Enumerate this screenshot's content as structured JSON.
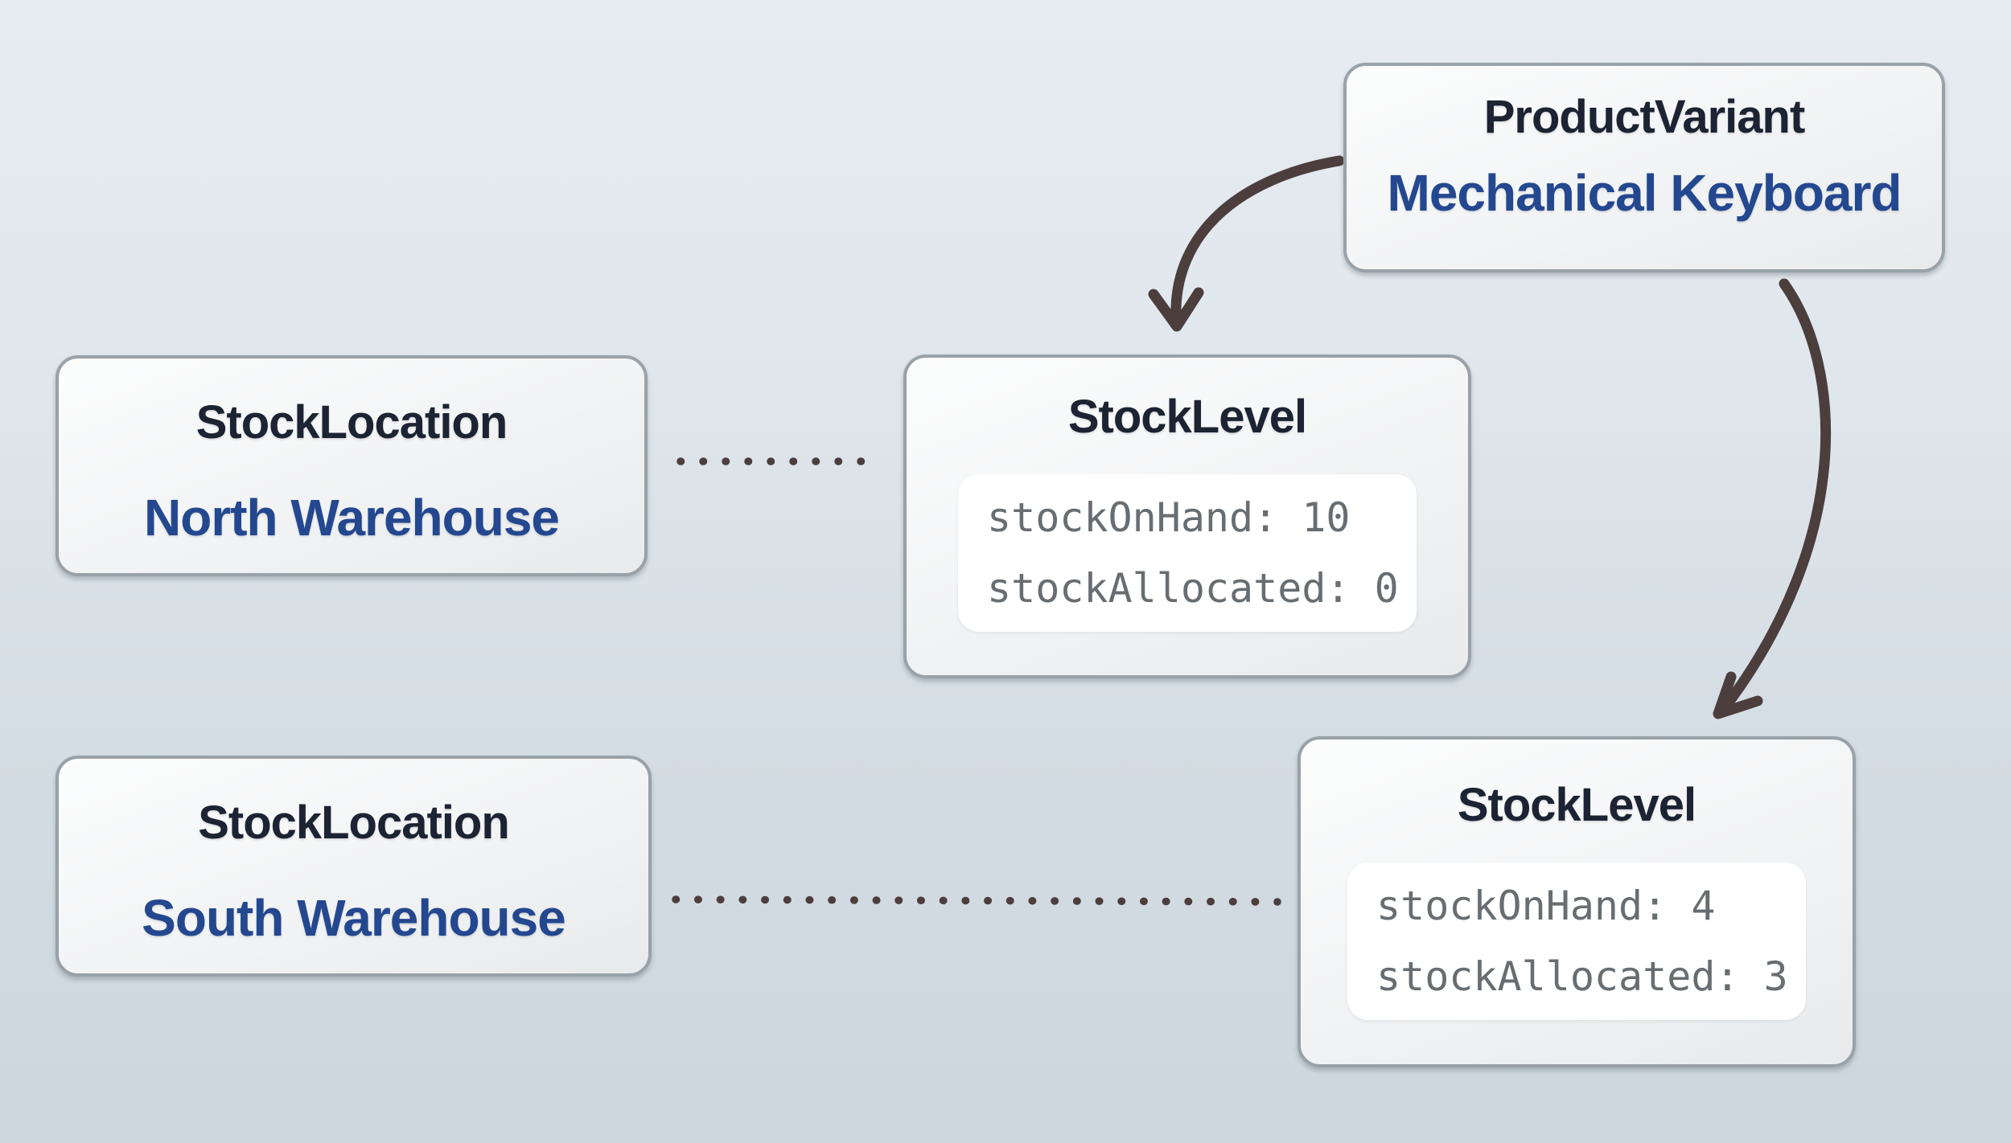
{
  "colors": {
    "background_top": "#e6ecf2",
    "background_bottom": "#ccd6dc",
    "box_border": "#98a2a8",
    "box_fill_top": "#fcfdfd",
    "box_fill_bottom": "#e8eaec",
    "type_label_text": "#1c2333",
    "instance_name_text": "#24488f",
    "field_text": "#686d72",
    "fields_panel_fill": "#ffffff",
    "connector": "#4c3e3d"
  },
  "entities": {
    "product_variant": {
      "type_label": "ProductVariant",
      "instance_name": "Mechanical Keyboard"
    },
    "stock_location_north": {
      "type_label": "StockLocation",
      "instance_name": "North Warehouse"
    },
    "stock_location_south": {
      "type_label": "StockLocation",
      "instance_name": "South Warehouse"
    },
    "stock_level_north": {
      "type_label": "StockLevel",
      "fields": [
        "stockOnHand: 10",
        "stockAllocated: 0"
      ]
    },
    "stock_level_south": {
      "type_label": "StockLevel",
      "fields": [
        "stockOnHand: 4",
        "stockAllocated: 3"
      ]
    }
  },
  "relations": [
    {
      "from": "ProductVariant",
      "to": "StockLevel (North Warehouse)",
      "style": "curved-arrow"
    },
    {
      "from": "ProductVariant",
      "to": "StockLevel (South Warehouse)",
      "style": "curved-arrow"
    },
    {
      "from": "StockLocation (North Warehouse)",
      "to": "StockLevel (stockOnHand: 10)",
      "style": "dotted-line"
    },
    {
      "from": "StockLocation (South Warehouse)",
      "to": "StockLevel (stockOnHand: 4)",
      "style": "dotted-line"
    }
  ]
}
